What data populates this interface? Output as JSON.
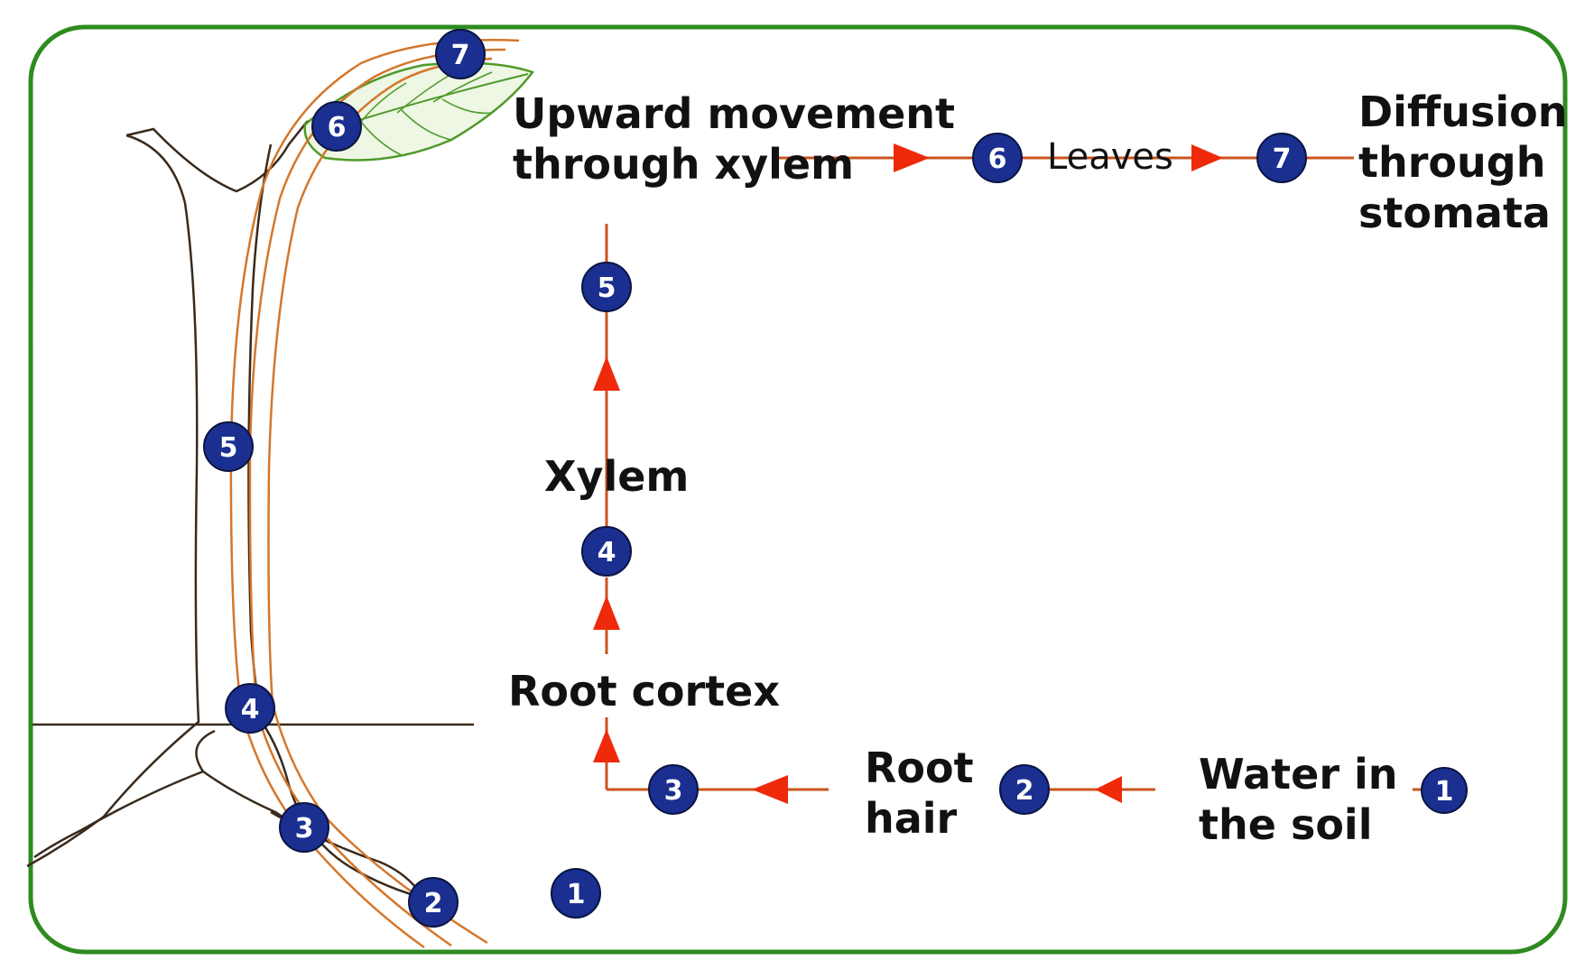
{
  "labels": {
    "upward_movement": "Upward movement\nthrough xylem",
    "leaves": "Leaves",
    "diffusion": "Diffusion\nthrough\nstomata",
    "xylem": "Xylem",
    "root_cortex": "Root cortex",
    "root_hair": "Root\nhair",
    "water_in_soil": "Water in\nthe soil"
  },
  "steps": {
    "s1": "1",
    "s2": "2",
    "s3": "3",
    "s4": "4",
    "s5": "5",
    "s6": "6",
    "s7": "7"
  },
  "colors": {
    "frame": "#2e8b1f",
    "flow_line": "#c8541e",
    "arrow": "#ee2a0a",
    "marker_fill": "#1a2f8f",
    "plant_outline": "#3a2a1c",
    "xylem_line": "#d4772c",
    "leaf": "#4f9a2a"
  }
}
